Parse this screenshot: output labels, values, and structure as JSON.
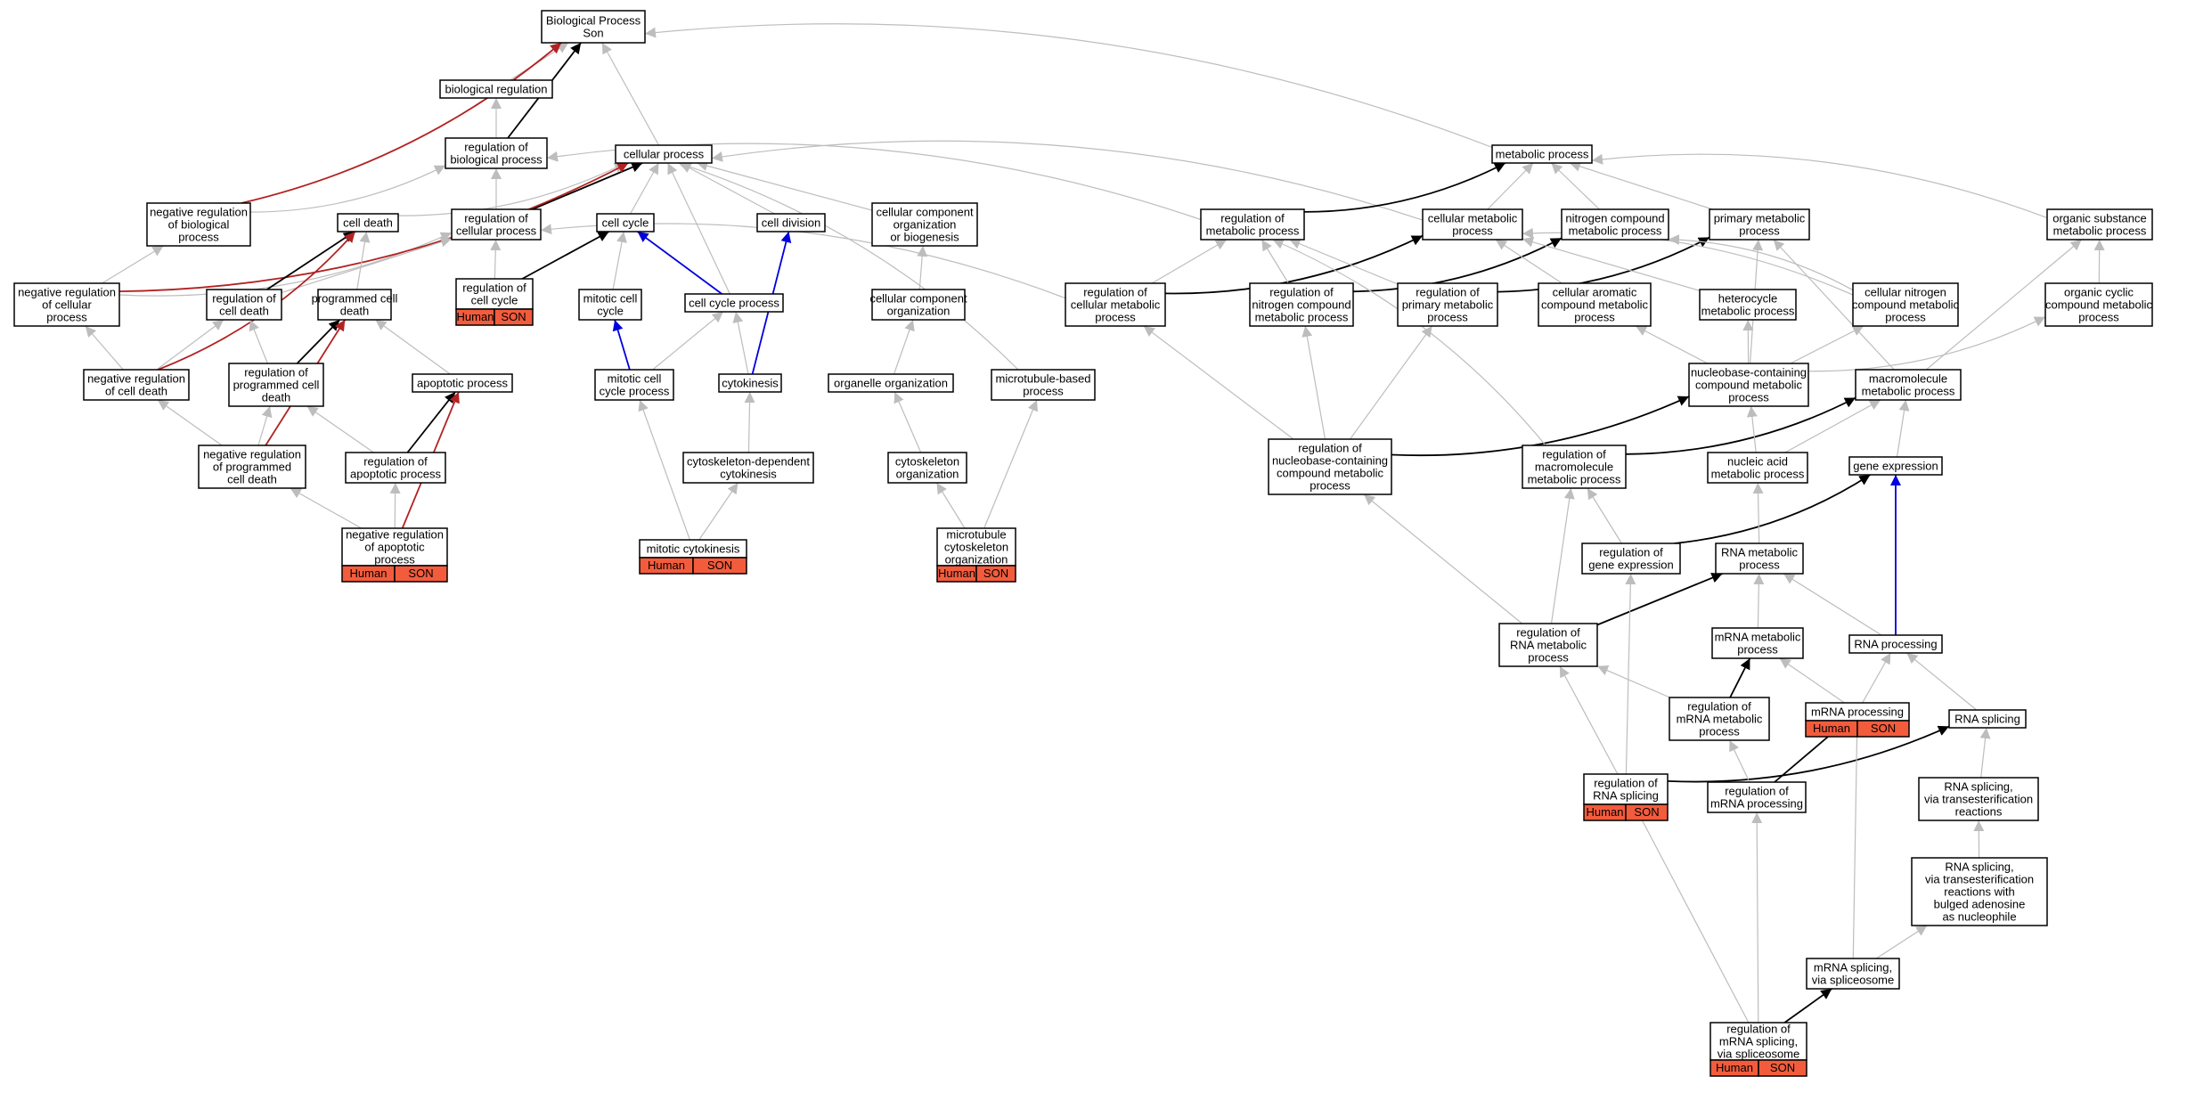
{
  "nodes": [
    {
      "id": "bp",
      "lines": [
        "Biological Process",
        "Son"
      ]
    },
    {
      "id": "biolreg",
      "lines": [
        "biological regulation"
      ]
    },
    {
      "id": "regbiol",
      "lines": [
        "regulation of",
        "biological process"
      ]
    },
    {
      "id": "cellproc",
      "lines": [
        "cellular process"
      ]
    },
    {
      "id": "metproc",
      "lines": [
        "metabolic process"
      ]
    },
    {
      "id": "negregbiol",
      "lines": [
        "negative regulation",
        "of biological",
        "process"
      ]
    },
    {
      "id": "celldeath",
      "lines": [
        "cell death"
      ]
    },
    {
      "id": "regcellproc",
      "lines": [
        "regulation of",
        "cellular process"
      ]
    },
    {
      "id": "cellcycle",
      "lines": [
        "cell cycle"
      ]
    },
    {
      "id": "celldiv",
      "lines": [
        "cell division"
      ]
    },
    {
      "id": "ccorgbio",
      "lines": [
        "cellular component",
        "organization",
        "or biogenesis"
      ]
    },
    {
      "id": "regmet",
      "lines": [
        "regulation of",
        "metabolic process"
      ]
    },
    {
      "id": "cellmet",
      "lines": [
        "cellular metabolic",
        "process"
      ]
    },
    {
      "id": "nitro",
      "lines": [
        "nitrogen compound",
        "metabolic process"
      ]
    },
    {
      "id": "primmet",
      "lines": [
        "primary metabolic",
        "process"
      ]
    },
    {
      "id": "orgsub",
      "lines": [
        "organic substance",
        "metabolic process"
      ]
    },
    {
      "id": "negregcell",
      "lines": [
        "negative regulation",
        "of cellular",
        "process"
      ]
    },
    {
      "id": "regcelldeath",
      "lines": [
        "regulation of",
        "cell death"
      ]
    },
    {
      "id": "pcd",
      "lines": [
        "programmed cell",
        "death"
      ]
    },
    {
      "id": "regcc",
      "lines": [
        "regulation of",
        "cell cycle"
      ],
      "badge": true
    },
    {
      "id": "mitcc",
      "lines": [
        "mitotic cell",
        "cycle"
      ]
    },
    {
      "id": "ccproc",
      "lines": [
        "cell cycle process"
      ]
    },
    {
      "id": "ccorg",
      "lines": [
        "cellular component",
        "organization"
      ]
    },
    {
      "id": "regcellmet",
      "lines": [
        "regulation of",
        "cellular metabolic",
        "process"
      ]
    },
    {
      "id": "regnitro",
      "lines": [
        "regulation of",
        "nitrogen compound",
        "metabolic process"
      ]
    },
    {
      "id": "regprim",
      "lines": [
        "regulation of",
        "primary metabolic",
        "process"
      ]
    },
    {
      "id": "cellarom",
      "lines": [
        "cellular aromatic",
        "compound metabolic",
        "process"
      ]
    },
    {
      "id": "hetero",
      "lines": [
        "heterocycle",
        "metabolic process"
      ]
    },
    {
      "id": "cellnitro",
      "lines": [
        "cellular nitrogen",
        "compound metabolic",
        "process"
      ]
    },
    {
      "id": "orgcyc",
      "lines": [
        "organic cyclic",
        "compound metabolic",
        "process"
      ]
    },
    {
      "id": "negregcd",
      "lines": [
        "negative regulation",
        "of cell death"
      ]
    },
    {
      "id": "regpcd",
      "lines": [
        "regulation of",
        "programmed cell",
        "death"
      ]
    },
    {
      "id": "apop",
      "lines": [
        "apoptotic process"
      ]
    },
    {
      "id": "mitccproc",
      "lines": [
        "mitotic cell",
        "cycle process"
      ]
    },
    {
      "id": "cytok",
      "lines": [
        "cytokinesis"
      ]
    },
    {
      "id": "organorg",
      "lines": [
        "organelle organization"
      ]
    },
    {
      "id": "mtbased",
      "lines": [
        "microtubule-based",
        "process"
      ]
    },
    {
      "id": "nucleo",
      "lines": [
        "nucleobase-containing",
        "compound metabolic",
        "process"
      ]
    },
    {
      "id": "macromet",
      "lines": [
        "macromolecule",
        "metabolic process"
      ]
    },
    {
      "id": "negregpcd",
      "lines": [
        "negative regulation",
        "of programmed",
        "cell death"
      ]
    },
    {
      "id": "regapop",
      "lines": [
        "regulation of",
        "apoptotic process"
      ]
    },
    {
      "id": "cytodep",
      "lines": [
        "cytoskeleton-dependent",
        "cytokinesis"
      ]
    },
    {
      "id": "cytoorg",
      "lines": [
        "cytoskeleton",
        "organization"
      ]
    },
    {
      "id": "regnucleo",
      "lines": [
        "regulation of",
        "nucleobase-containing",
        "compound metabolic",
        "process"
      ]
    },
    {
      "id": "regmacro",
      "lines": [
        "regulation of",
        "macromolecule",
        "metabolic process"
      ]
    },
    {
      "id": "nucacid",
      "lines": [
        "nucleic acid",
        "metabolic process"
      ]
    },
    {
      "id": "geneexp",
      "lines": [
        "gene expression"
      ]
    },
    {
      "id": "negregapop",
      "lines": [
        "negative regulation",
        "of apoptotic",
        "process"
      ],
      "badge": true
    },
    {
      "id": "mitcytok",
      "lines": [
        "mitotic cytokinesis"
      ],
      "badge": true
    },
    {
      "id": "mtcyto",
      "lines": [
        "microtubule",
        "cytoskeleton",
        "organization"
      ],
      "badge": true
    },
    {
      "id": "reggene",
      "lines": [
        "regulation of",
        "gene expression"
      ]
    },
    {
      "id": "rnamet",
      "lines": [
        "RNA metabolic",
        "process"
      ]
    },
    {
      "id": "regrnamet",
      "lines": [
        "regulation of",
        "RNA metabolic",
        "process"
      ]
    },
    {
      "id": "mrnamet",
      "lines": [
        "mRNA metabolic",
        "process"
      ]
    },
    {
      "id": "rnaproc",
      "lines": [
        "RNA processing"
      ]
    },
    {
      "id": "regmrnamet",
      "lines": [
        "regulation of",
        "mRNA metabolic",
        "process"
      ]
    },
    {
      "id": "mrnaproc",
      "lines": [
        "mRNA processing"
      ],
      "badge": true
    },
    {
      "id": "rnasplice",
      "lines": [
        "RNA splicing"
      ]
    },
    {
      "id": "regrnasplice",
      "lines": [
        "regulation of",
        "RNA splicing"
      ],
      "badge": true
    },
    {
      "id": "regmrnaproc",
      "lines": [
        "regulation of",
        "mRNA processing"
      ]
    },
    {
      "id": "rnasplicetrans",
      "lines": [
        "RNA splicing,",
        "via transesterification",
        "reactions"
      ]
    },
    {
      "id": "rnasplicebulged",
      "lines": [
        "RNA splicing,",
        "via transesterification",
        "reactions with",
        "bulged adenosine",
        "as nucleophile"
      ]
    },
    {
      "id": "mrnasplice",
      "lines": [
        "mRNA splicing,",
        "via spliceosome"
      ]
    },
    {
      "id": "regmrnasplice",
      "lines": [
        "regulation of",
        "mRNA splicing,",
        "via spliceosome"
      ],
      "badge": true
    }
  ],
  "badge": {
    "left": "Human",
    "right": "SON",
    "fill": "#f25c3d"
  },
  "edge_colors": {
    "is_a": "#bdbdbd",
    "black": "#000000",
    "red": "#b22222",
    "blue": "#0000dd"
  },
  "edges": [
    {
      "from": "biolreg",
      "to": "bp",
      "c": "is_a"
    },
    {
      "from": "regbiol",
      "to": "biolreg",
      "c": "is_a"
    },
    {
      "from": "regbiol",
      "to": "bp",
      "c": "black"
    },
    {
      "from": "cellproc",
      "to": "bp",
      "c": "is_a"
    },
    {
      "from": "metproc",
      "to": "bp",
      "c": "is_a"
    },
    {
      "from": "negregbiol",
      "to": "bp",
      "c": "red"
    },
    {
      "from": "negregbiol",
      "to": "regbiol",
      "c": "is_a"
    },
    {
      "from": "regcellproc",
      "to": "regbiol",
      "c": "is_a"
    },
    {
      "from": "regcellproc",
      "to": "cellproc",
      "c": "black"
    },
    {
      "from": "celldeath",
      "to": "cellproc",
      "c": "is_a"
    },
    {
      "from": "cellcycle",
      "to": "cellproc",
      "c": "is_a"
    },
    {
      "from": "celldiv",
      "to": "cellproc",
      "c": "is_a"
    },
    {
      "from": "ccorgbio",
      "to": "cellproc",
      "c": "is_a"
    },
    {
      "from": "cellmet",
      "to": "cellproc",
      "c": "is_a"
    },
    {
      "from": "cellmet",
      "to": "metproc",
      "c": "is_a"
    },
    {
      "from": "regmet",
      "to": "regbiol",
      "c": "is_a"
    },
    {
      "from": "regmet",
      "to": "metproc",
      "c": "black"
    },
    {
      "from": "nitro",
      "to": "metproc",
      "c": "is_a"
    },
    {
      "from": "primmet",
      "to": "metproc",
      "c": "is_a"
    },
    {
      "from": "orgsub",
      "to": "metproc",
      "c": "is_a"
    },
    {
      "from": "negregcell",
      "to": "negregbiol",
      "c": "is_a"
    },
    {
      "from": "negregcell",
      "to": "regcellproc",
      "c": "is_a"
    },
    {
      "from": "negregcell",
      "to": "cellproc",
      "c": "red"
    },
    {
      "from": "regcelldeath",
      "to": "regcellproc",
      "c": "is_a"
    },
    {
      "from": "regcelldeath",
      "to": "celldeath",
      "c": "black"
    },
    {
      "from": "pcd",
      "to": "celldeath",
      "c": "is_a"
    },
    {
      "from": "regcc",
      "to": "regcellproc",
      "c": "is_a"
    },
    {
      "from": "regcc",
      "to": "cellcycle",
      "c": "black"
    },
    {
      "from": "mitcc",
      "to": "cellcycle",
      "c": "is_a"
    },
    {
      "from": "ccproc",
      "to": "cellcycle",
      "c": "blue"
    },
    {
      "from": "ccproc",
      "to": "cellproc",
      "c": "is_a"
    },
    {
      "from": "ccorg",
      "to": "ccorgbio",
      "c": "is_a"
    },
    {
      "from": "regcellmet",
      "to": "regcellproc",
      "c": "is_a"
    },
    {
      "from": "regcellmet",
      "to": "regmet",
      "c": "is_a"
    },
    {
      "from": "regcellmet",
      "to": "cellmet",
      "c": "black"
    },
    {
      "from": "regnitro",
      "to": "regmet",
      "c": "is_a"
    },
    {
      "from": "regnitro",
      "to": "nitro",
      "c": "black"
    },
    {
      "from": "regprim",
      "to": "regmet",
      "c": "is_a"
    },
    {
      "from": "regprim",
      "to": "primmet",
      "c": "black"
    },
    {
      "from": "cellarom",
      "to": "cellmet",
      "c": "is_a"
    },
    {
      "from": "hetero",
      "to": "cellmet",
      "c": "is_a"
    },
    {
      "from": "cellnitro",
      "to": "cellmet",
      "c": "is_a"
    },
    {
      "from": "cellnitro",
      "to": "nitro",
      "c": "is_a"
    },
    {
      "from": "orgcyc",
      "to": "orgsub",
      "c": "is_a"
    },
    {
      "from": "negregcd",
      "to": "negregcell",
      "c": "is_a"
    },
    {
      "from": "negregcd",
      "to": "regcelldeath",
      "c": "is_a"
    },
    {
      "from": "negregcd",
      "to": "celldeath",
      "c": "red"
    },
    {
      "from": "regpcd",
      "to": "regcelldeath",
      "c": "is_a"
    },
    {
      "from": "regpcd",
      "to": "pcd",
      "c": "black"
    },
    {
      "from": "apop",
      "to": "pcd",
      "c": "is_a"
    },
    {
      "from": "mitccproc",
      "to": "mitcc",
      "c": "blue"
    },
    {
      "from": "mitccproc",
      "to": "ccproc",
      "c": "is_a"
    },
    {
      "from": "cytok",
      "to": "ccproc",
      "c": "is_a"
    },
    {
      "from": "cytok",
      "to": "celldiv",
      "c": "blue"
    },
    {
      "from": "organorg",
      "to": "ccorg",
      "c": "is_a"
    },
    {
      "from": "mtbased",
      "to": "cellproc",
      "c": "is_a"
    },
    {
      "from": "nucleo",
      "to": "cellarom",
      "c": "is_a"
    },
    {
      "from": "nucleo",
      "to": "hetero",
      "c": "is_a"
    },
    {
      "from": "nucleo",
      "to": "cellnitro",
      "c": "is_a"
    },
    {
      "from": "nucleo",
      "to": "orgcyc",
      "c": "is_a"
    },
    {
      "from": "nucleo",
      "to": "primmet",
      "c": "is_a"
    },
    {
      "from": "macromet",
      "to": "orgsub",
      "c": "is_a"
    },
    {
      "from": "macromet",
      "to": "primmet",
      "c": "is_a"
    },
    {
      "from": "negregpcd",
      "to": "negregcd",
      "c": "is_a"
    },
    {
      "from": "negregpcd",
      "to": "regpcd",
      "c": "is_a"
    },
    {
      "from": "negregpcd",
      "to": "pcd",
      "c": "red"
    },
    {
      "from": "regapop",
      "to": "regpcd",
      "c": "is_a"
    },
    {
      "from": "regapop",
      "to": "apop",
      "c": "black"
    },
    {
      "from": "cytodep",
      "to": "cytok",
      "c": "is_a"
    },
    {
      "from": "cytoorg",
      "to": "organorg",
      "c": "is_a"
    },
    {
      "from": "regnucleo",
      "to": "regcellmet",
      "c": "is_a"
    },
    {
      "from": "regnucleo",
      "to": "regnitro",
      "c": "is_a"
    },
    {
      "from": "regnucleo",
      "to": "regprim",
      "c": "is_a"
    },
    {
      "from": "regnucleo",
      "to": "nucleo",
      "c": "black"
    },
    {
      "from": "regmacro",
      "to": "regmet",
      "c": "is_a"
    },
    {
      "from": "regmacro",
      "to": "macromet",
      "c": "black"
    },
    {
      "from": "nucacid",
      "to": "nucleo",
      "c": "is_a"
    },
    {
      "from": "nucacid",
      "to": "macromet",
      "c": "is_a"
    },
    {
      "from": "geneexp",
      "to": "macromet",
      "c": "is_a"
    },
    {
      "from": "negregapop",
      "to": "negregpcd",
      "c": "is_a"
    },
    {
      "from": "negregapop",
      "to": "regapop",
      "c": "is_a"
    },
    {
      "from": "negregapop",
      "to": "apop",
      "c": "red"
    },
    {
      "from": "mitcytok",
      "to": "mitccproc",
      "c": "is_a"
    },
    {
      "from": "mitcytok",
      "to": "cytodep",
      "c": "is_a"
    },
    {
      "from": "mtcyto",
      "to": "cytoorg",
      "c": "is_a"
    },
    {
      "from": "mtcyto",
      "to": "mtbased",
      "c": "is_a"
    },
    {
      "from": "reggene",
      "to": "regmacro",
      "c": "is_a"
    },
    {
      "from": "reggene",
      "to": "geneexp",
      "c": "black"
    },
    {
      "from": "rnamet",
      "to": "nucacid",
      "c": "is_a"
    },
    {
      "from": "regrnamet",
      "to": "regnucleo",
      "c": "is_a"
    },
    {
      "from": "regrnamet",
      "to": "regmacro",
      "c": "is_a"
    },
    {
      "from": "regrnamet",
      "to": "rnamet",
      "c": "black"
    },
    {
      "from": "mrnamet",
      "to": "rnamet",
      "c": "is_a"
    },
    {
      "from": "rnaproc",
      "to": "rnamet",
      "c": "is_a"
    },
    {
      "from": "rnaproc",
      "to": "geneexp",
      "c": "blue"
    },
    {
      "from": "regmrnamet",
      "to": "regrnamet",
      "c": "is_a"
    },
    {
      "from": "regmrnamet",
      "to": "mrnamet",
      "c": "black"
    },
    {
      "from": "mrnaproc",
      "to": "mrnamet",
      "c": "is_a"
    },
    {
      "from": "mrnaproc",
      "to": "rnaproc",
      "c": "is_a"
    },
    {
      "from": "rnasplice",
      "to": "rnaproc",
      "c": "is_a"
    },
    {
      "from": "regrnasplice",
      "to": "regrnamet",
      "c": "is_a"
    },
    {
      "from": "regrnasplice",
      "to": "reggene",
      "c": "is_a"
    },
    {
      "from": "regrnasplice",
      "to": "rnasplice",
      "c": "black"
    },
    {
      "from": "regmrnaproc",
      "to": "regmrnamet",
      "c": "is_a"
    },
    {
      "from": "regmrnaproc",
      "to": "mrnaproc",
      "c": "black"
    },
    {
      "from": "rnasplicetrans",
      "to": "rnasplice",
      "c": "is_a"
    },
    {
      "from": "rnasplicebulged",
      "to": "rnasplicetrans",
      "c": "is_a"
    },
    {
      "from": "mrnasplice",
      "to": "rnasplicebulged",
      "c": "is_a"
    },
    {
      "from": "mrnasplice",
      "to": "mrnaproc",
      "c": "is_a"
    },
    {
      "from": "regmrnasplice",
      "to": "regrnasplice",
      "c": "is_a"
    },
    {
      "from": "regmrnasplice",
      "to": "regmrnaproc",
      "c": "is_a"
    },
    {
      "from": "regmrnasplice",
      "to": "mrnasplice",
      "c": "black"
    }
  ]
}
